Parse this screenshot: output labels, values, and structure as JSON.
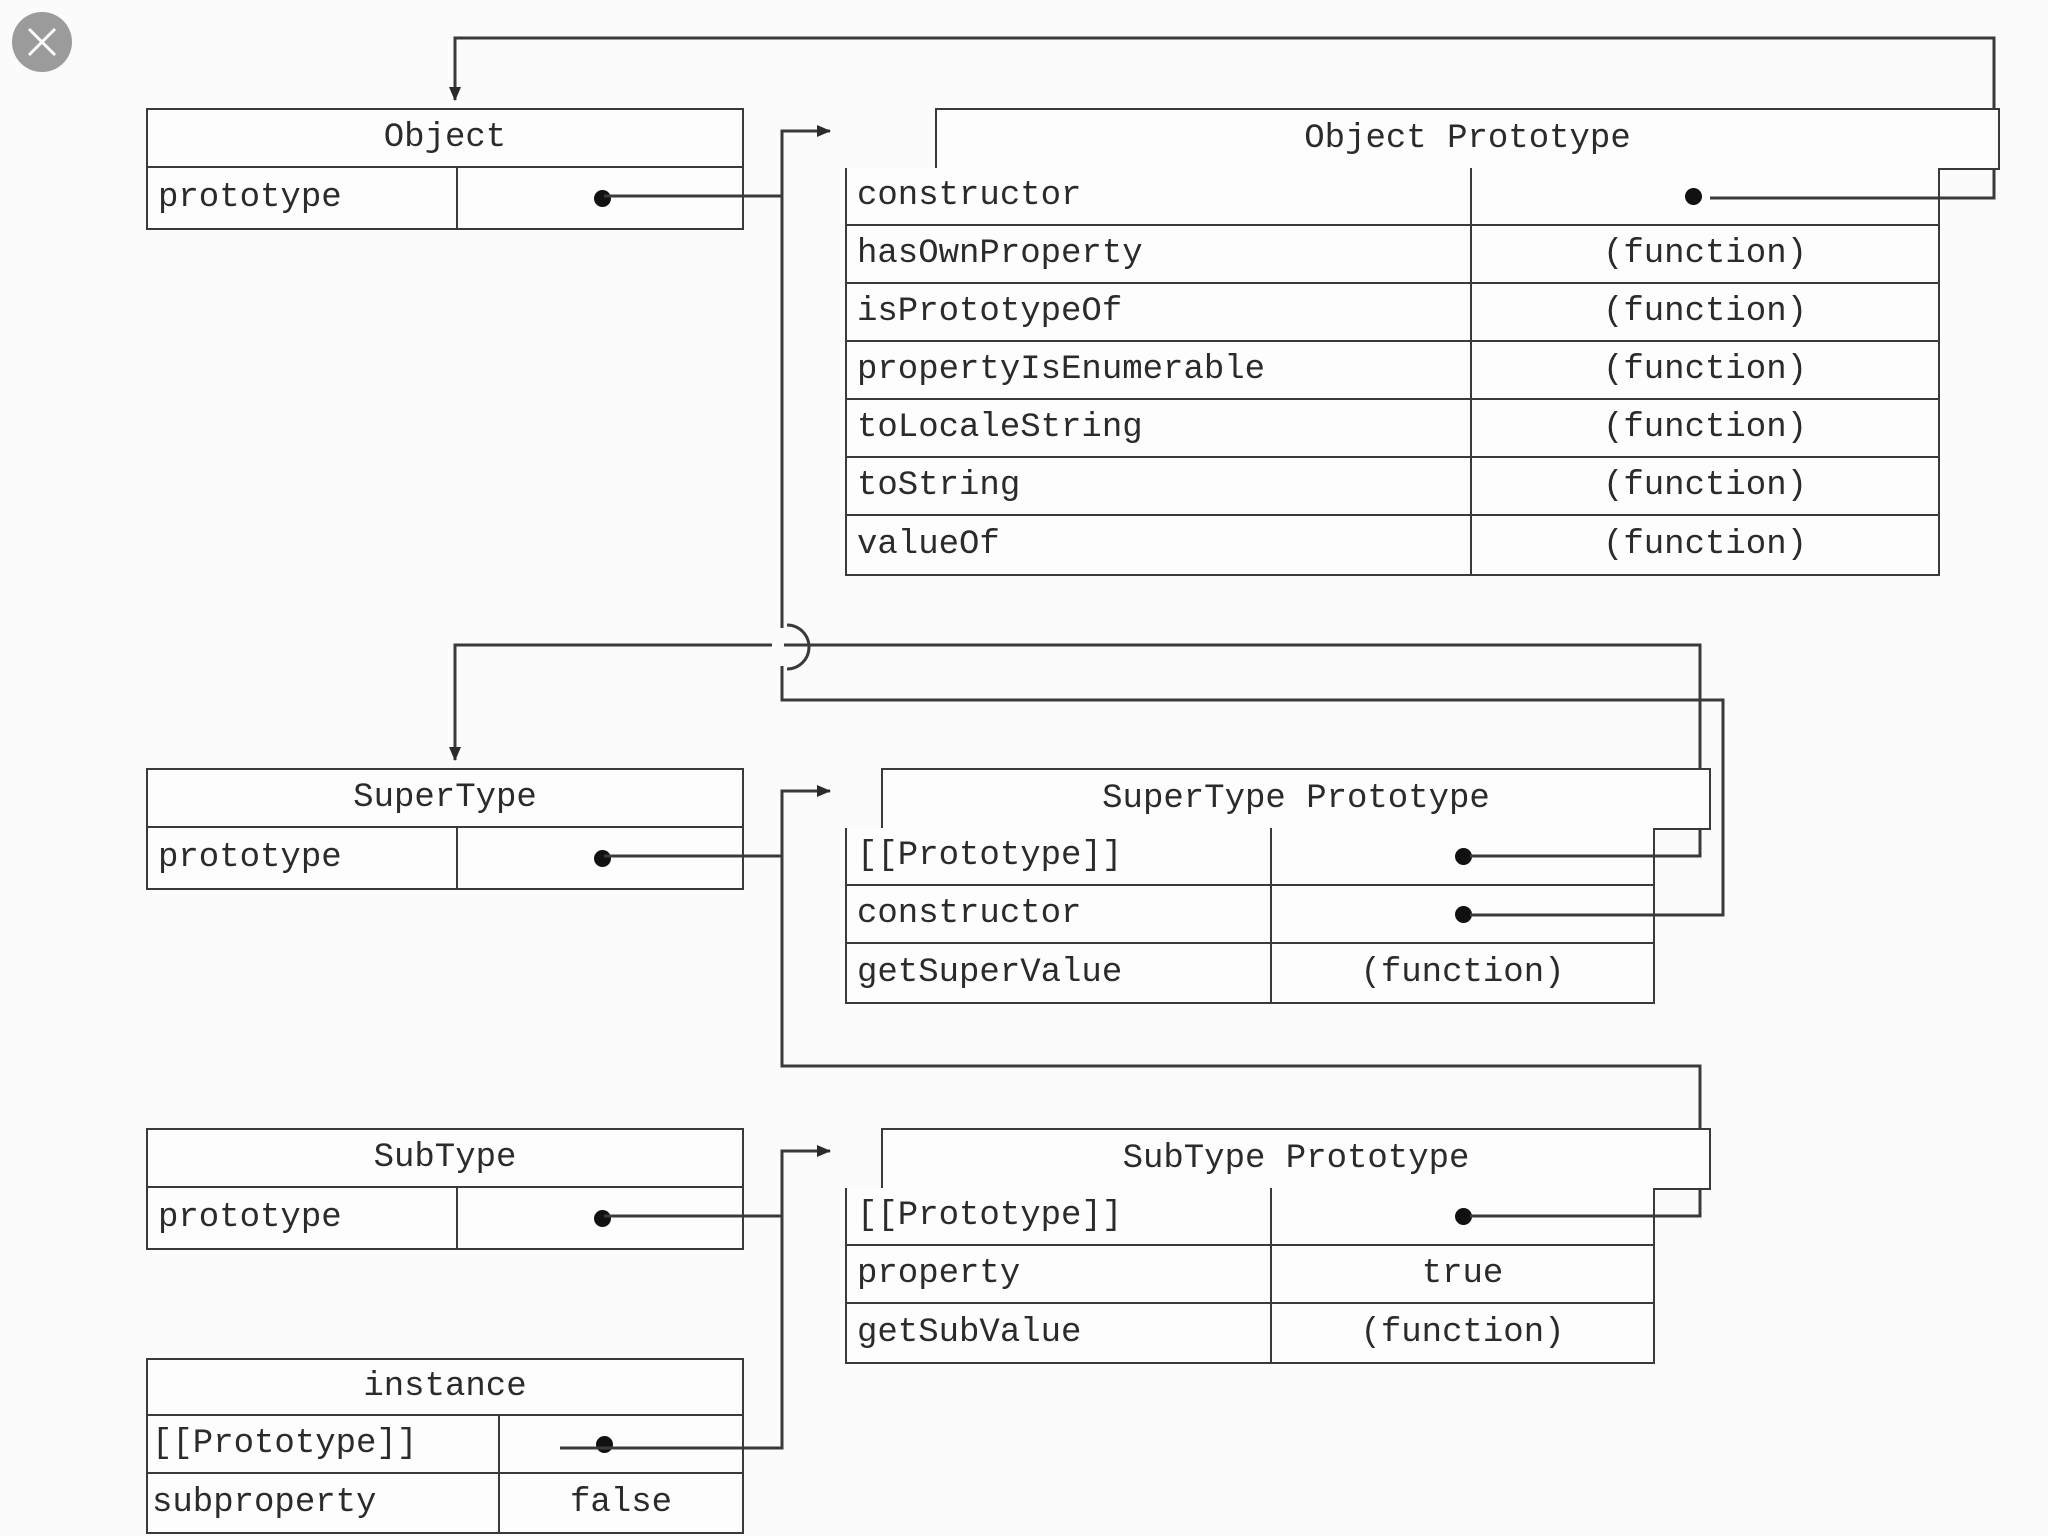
{
  "meta": {
    "title": "JavaScript prototype chain diagram",
    "line_color": "#3a3a3a",
    "text_color": "#2b2b2b",
    "bg_color": "#fbfbfb",
    "dot_color": "#111111",
    "close_icon_bg": "#9b9b9b"
  },
  "overlay": {
    "close_icon": "close-icon",
    "close_label": "×"
  },
  "boxes": {
    "object": {
      "title": "Object",
      "rows": [
        {
          "key": "prototype",
          "value": "",
          "pointer": true
        }
      ]
    },
    "object_prototype": {
      "title": "Object Prototype",
      "rows": [
        {
          "key": "constructor",
          "value": "",
          "pointer": true
        },
        {
          "key": "hasOwnProperty",
          "value": "(function)",
          "pointer": false
        },
        {
          "key": "isPrototypeOf",
          "value": "(function)",
          "pointer": false
        },
        {
          "key": "propertyIsEnumerable",
          "value": "(function)",
          "pointer": false
        },
        {
          "key": "toLocaleString",
          "value": "(function)",
          "pointer": false
        },
        {
          "key": "toString",
          "value": "(function)",
          "pointer": false
        },
        {
          "key": "valueOf",
          "value": "(function)",
          "pointer": false
        }
      ]
    },
    "supertype": {
      "title": "SuperType",
      "rows": [
        {
          "key": "prototype",
          "value": "",
          "pointer": true
        }
      ]
    },
    "supertype_prototype": {
      "title": "SuperType Prototype",
      "rows": [
        {
          "key": "[[Prototype]]",
          "value": "",
          "pointer": true
        },
        {
          "key": "constructor",
          "value": "",
          "pointer": true
        },
        {
          "key": "getSuperValue",
          "value": "(function)",
          "pointer": false
        }
      ]
    },
    "subtype": {
      "title": "SubType",
      "rows": [
        {
          "key": "prototype",
          "value": "",
          "pointer": true
        }
      ]
    },
    "subtype_prototype": {
      "title": "SubType Prototype",
      "rows": [
        {
          "key": "[[Prototype]]",
          "value": "",
          "pointer": true
        },
        {
          "key": "property",
          "value": "true",
          "pointer": false
        },
        {
          "key": "getSubValue",
          "value": "(function)",
          "pointer": false
        }
      ]
    },
    "instance": {
      "title": "instance",
      "rows": [
        {
          "key": "[[Prototype]]",
          "value": "",
          "pointer": true
        },
        {
          "key": "subproperty",
          "value": "false",
          "pointer": false
        }
      ]
    }
  }
}
